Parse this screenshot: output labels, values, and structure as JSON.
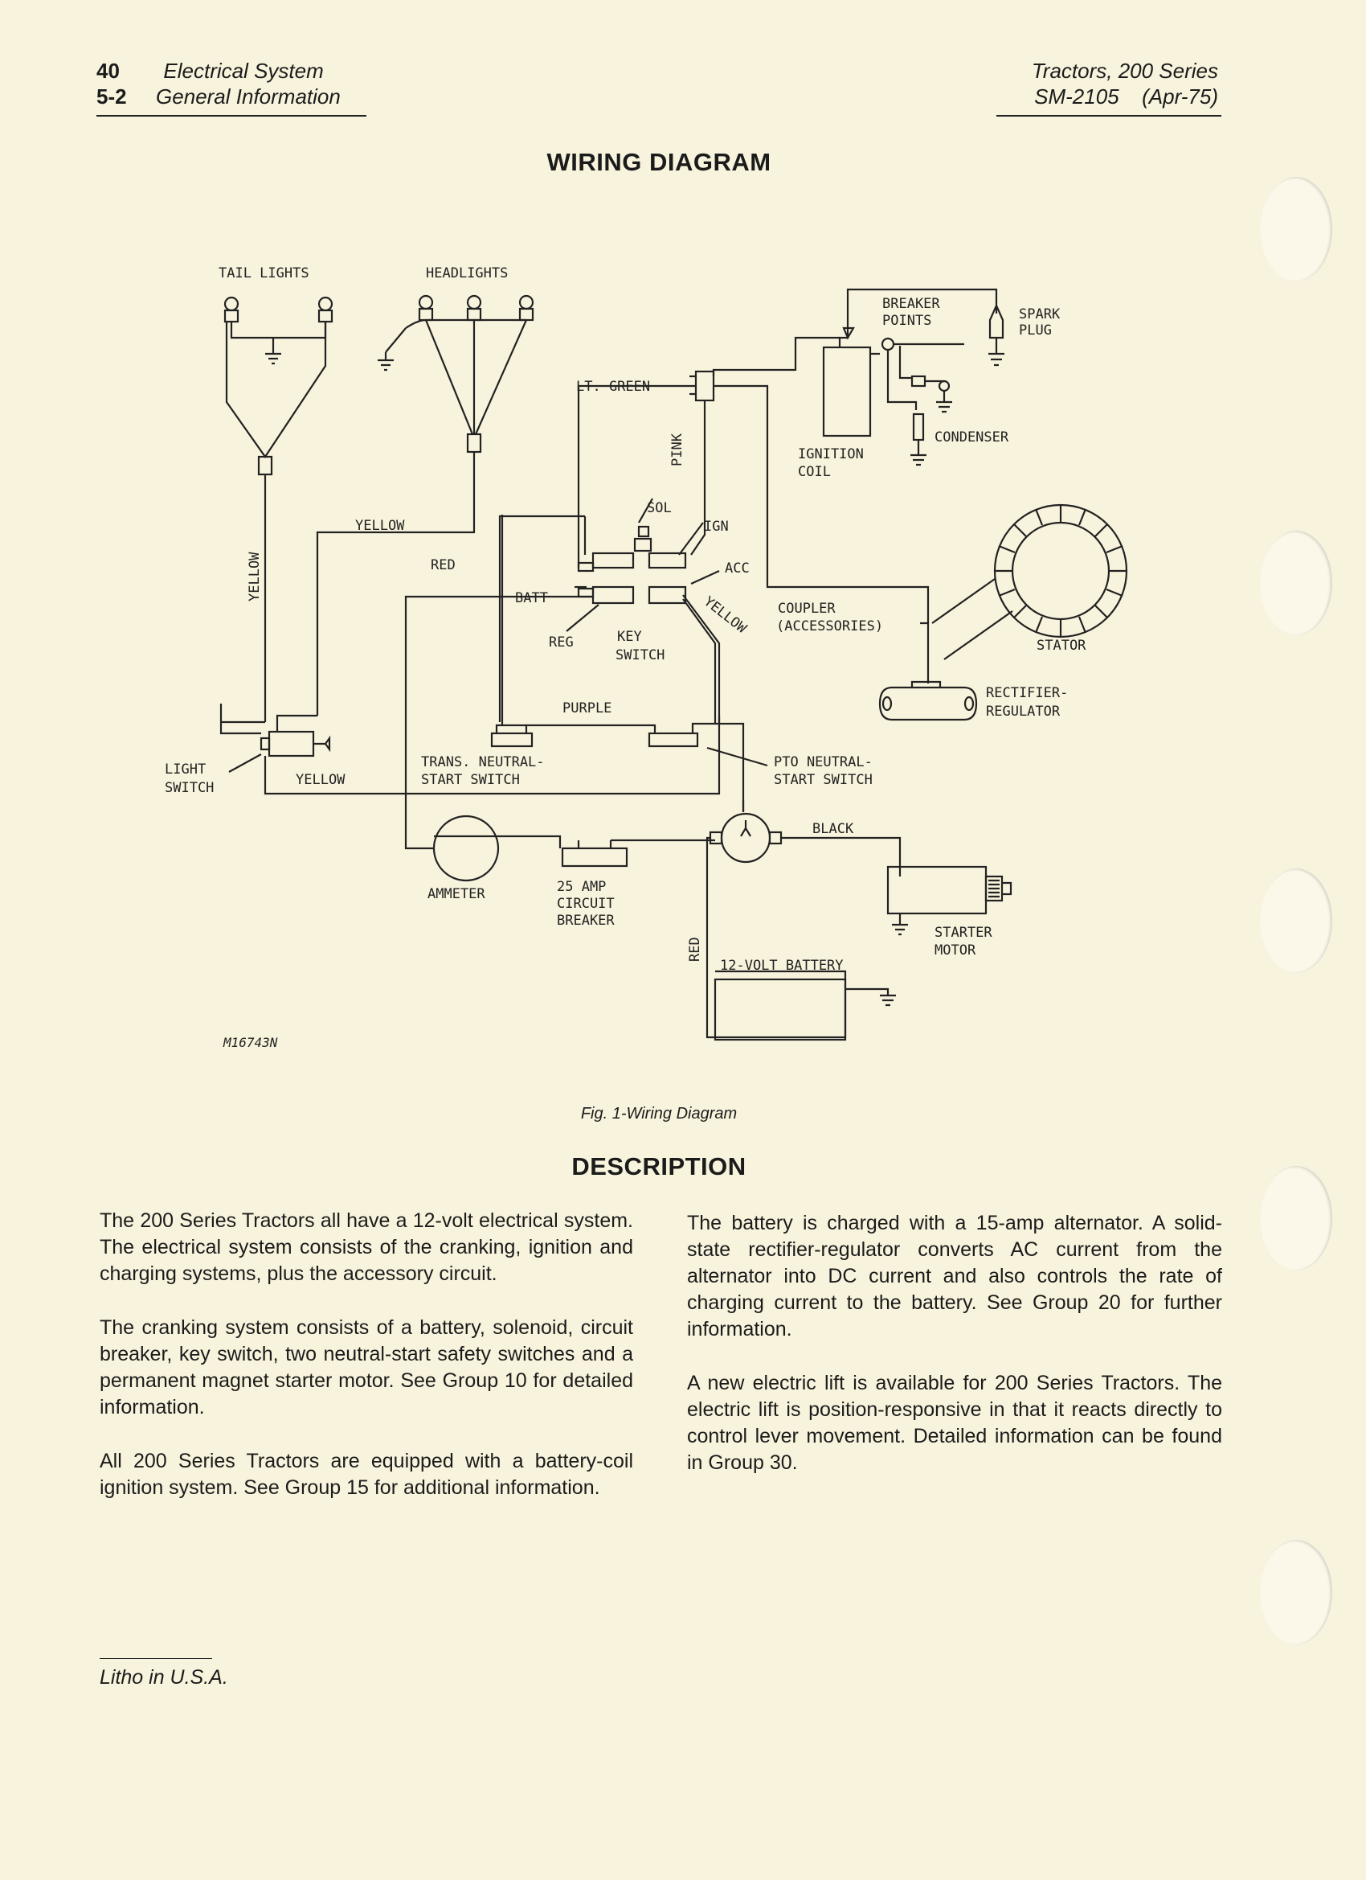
{
  "header": {
    "page_num": "40",
    "section_num": "5-2",
    "section_title": "Electrical System",
    "sub_title": "General Information",
    "product": "Tractors, 200 Series",
    "manual": "SM-2105",
    "date": "(Apr-75)"
  },
  "diagram": {
    "title": "WIRING DIAGRAM",
    "ref_code": "M16743N",
    "caption": "Fig. 1-Wiring Diagram",
    "labels": {
      "tail_lights": "TAIL LIGHTS",
      "headlights": "HEADLIGHTS",
      "breaker_points_1": "BREAKER",
      "breaker_points_2": "POINTS",
      "spark_plug_1": "SPARK",
      "spark_plug_2": "PLUG",
      "lt_green": "LT. GREEN",
      "pink": "PINK",
      "ignition_coil_1": "IGNITION",
      "ignition_coil_2": "COIL",
      "condenser": "CONDENSER",
      "yellow_top": "YELLOW",
      "yellow_vertical": "YELLOW",
      "sol": "SOL",
      "ign": "IGN",
      "red_top": "RED",
      "acc": "ACC",
      "batt": "BATT",
      "yellow_diag": "YELLOW",
      "coupler_1": "COUPLER",
      "coupler_2": "(ACCESSORIES)",
      "reg": "REG",
      "key_switch_1": "KEY",
      "key_switch_2": "SWITCH",
      "stator": "STATOR",
      "purple": "PURPLE",
      "rectifier_1": "RECTIFIER-",
      "rectifier_2": "REGULATOR",
      "light_switch_1": "LIGHT",
      "light_switch_2": "SWITCH",
      "yellow_bottom": "YELLOW",
      "trans_neutral_1": "TRANS. NEUTRAL-",
      "trans_neutral_2": "START SWITCH",
      "pto_neutral_1": "PTO NEUTRAL-",
      "pto_neutral_2": "START SWITCH",
      "black": "BLACK",
      "ammeter": "AMMETER",
      "breaker_1": "25 AMP",
      "breaker_2": "CIRCUIT",
      "breaker_3": "BREAKER",
      "red_vertical": "RED",
      "battery": "12-VOLT BATTERY",
      "starter_1": "STARTER",
      "starter_2": "MOTOR"
    }
  },
  "description": {
    "heading": "DESCRIPTION",
    "col1": [
      "The 200 Series Tractors all have a 12-volt electrical system. The electrical system consists of the cranking, ignition and charging systems, plus the accessory circuit.",
      "The cranking system consists of a battery, solenoid, circuit breaker, key switch, two neutral-start safety switches and a permanent magnet starter motor. See Group 10 for detailed information.",
      "All 200 Series Tractors are equipped with a battery-coil ignition system. See Group 15 for additional information."
    ],
    "col2": [
      "The battery is charged with a 15-amp alternator. A solid-state rectifier-regulator converts AC current from the alternator into DC current and also controls the rate of charging current to the battery. See Group 20 for further information.",
      "A new electric lift is available for 200 Series Tractors. The electric lift is position-responsive in that it reacts directly to control lever movement. Detailed information can be found in Group 30."
    ]
  },
  "footer": {
    "litho": "Litho in U.S.A."
  }
}
